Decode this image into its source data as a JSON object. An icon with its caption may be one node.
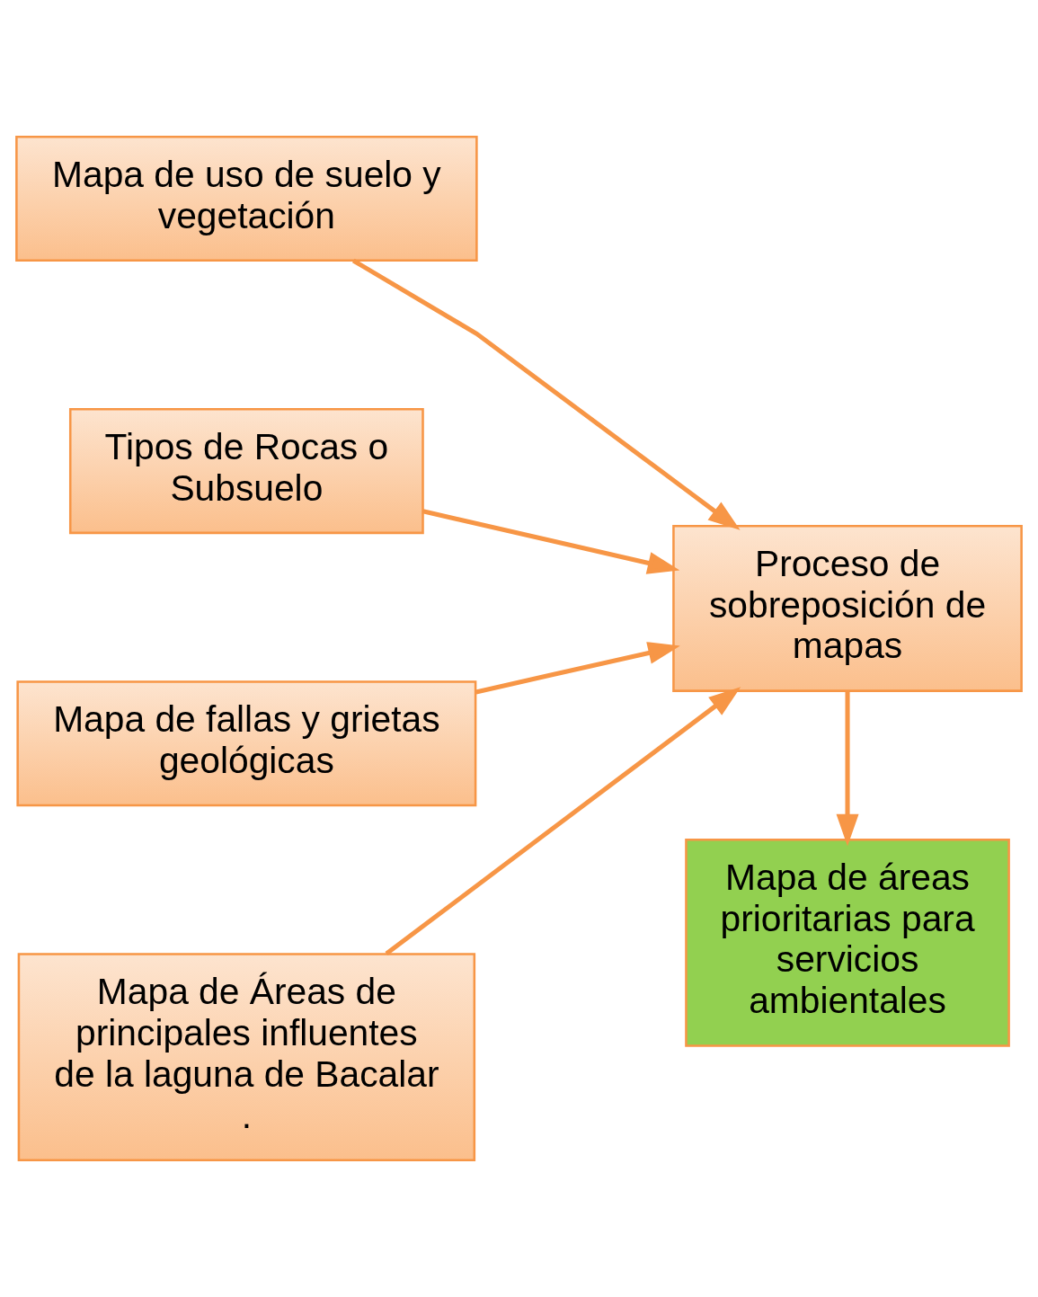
{
  "diagram": {
    "nodes": [
      {
        "text": [
          "Mapa de uso de suelo y vegetación"
        ]
      },
      {
        "text": [
          "Tipos de Rocas o Subsuelo"
        ]
      },
      {
        "text": [
          "Mapa de fallas y grietas geológicas"
        ]
      },
      {
        "text": [
          "Mapa de Áreas de principales influentes de la laguna de Bacalar ."
        ]
      },
      {
        "text": [
          "Proceso de sobreposición de mapas"
        ]
      },
      {
        "text": [
          "Mapa de áreas prioritarias para servicios ambientales"
        ]
      }
    ],
    "edges": [
      {
        "from": 0,
        "to": 4,
        "arrow": "to"
      },
      {
        "from": 1,
        "to": 4,
        "arrow": "to"
      },
      {
        "from": 2,
        "to": 4,
        "arrow": "to"
      },
      {
        "from": 3,
        "to": 4,
        "arrow": "to"
      },
      {
        "from": 4,
        "to": 5,
        "arrow": "to"
      }
    ]
  }
}
